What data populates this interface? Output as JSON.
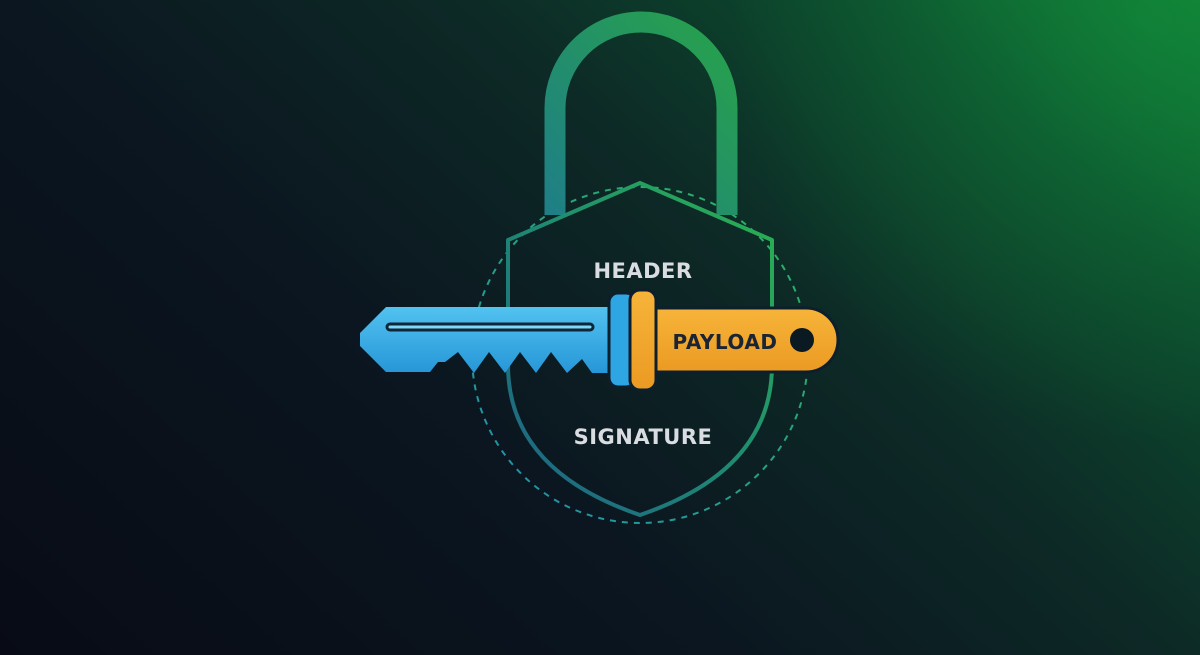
{
  "labels": {
    "header": "HEADER",
    "payload": "PAYLOAD",
    "signature": "SIGNATURE"
  },
  "colors": {
    "key_blue": "#2fa6e4",
    "key_gold": "#f2a52a",
    "lock_green": "#27a24a",
    "lock_teal": "#1f7f86",
    "text_light": "#d9dde2",
    "text_dark": "#1a2432"
  },
  "icons": {
    "lock": "padlock-icon",
    "shield": "shield-icon",
    "key": "key-icon"
  }
}
